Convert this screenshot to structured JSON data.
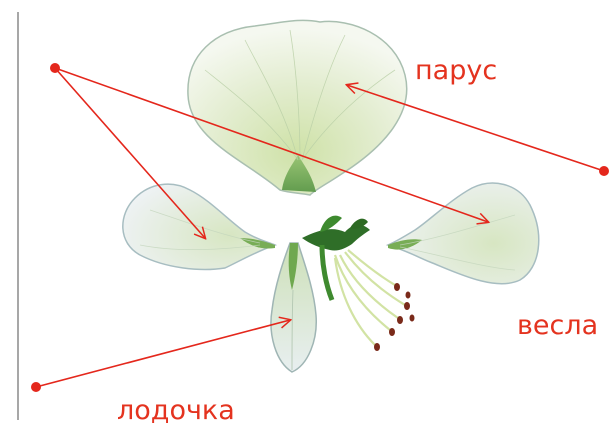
{
  "labels": {
    "sail": "парус",
    "oars": "весла",
    "boat": "лодочка"
  },
  "colors": {
    "pointer": "#e4271c",
    "label": "#e4331f",
    "petal_fill": "#eef3e6",
    "petal_edge": "#9fb8a8",
    "stem_green": "#3f8a2f",
    "anther": "#7a2a1a"
  },
  "parts": [
    "sail-petal",
    "left-wing-petal",
    "right-wing-petal",
    "keel-petal",
    "stamens-pistil"
  ]
}
